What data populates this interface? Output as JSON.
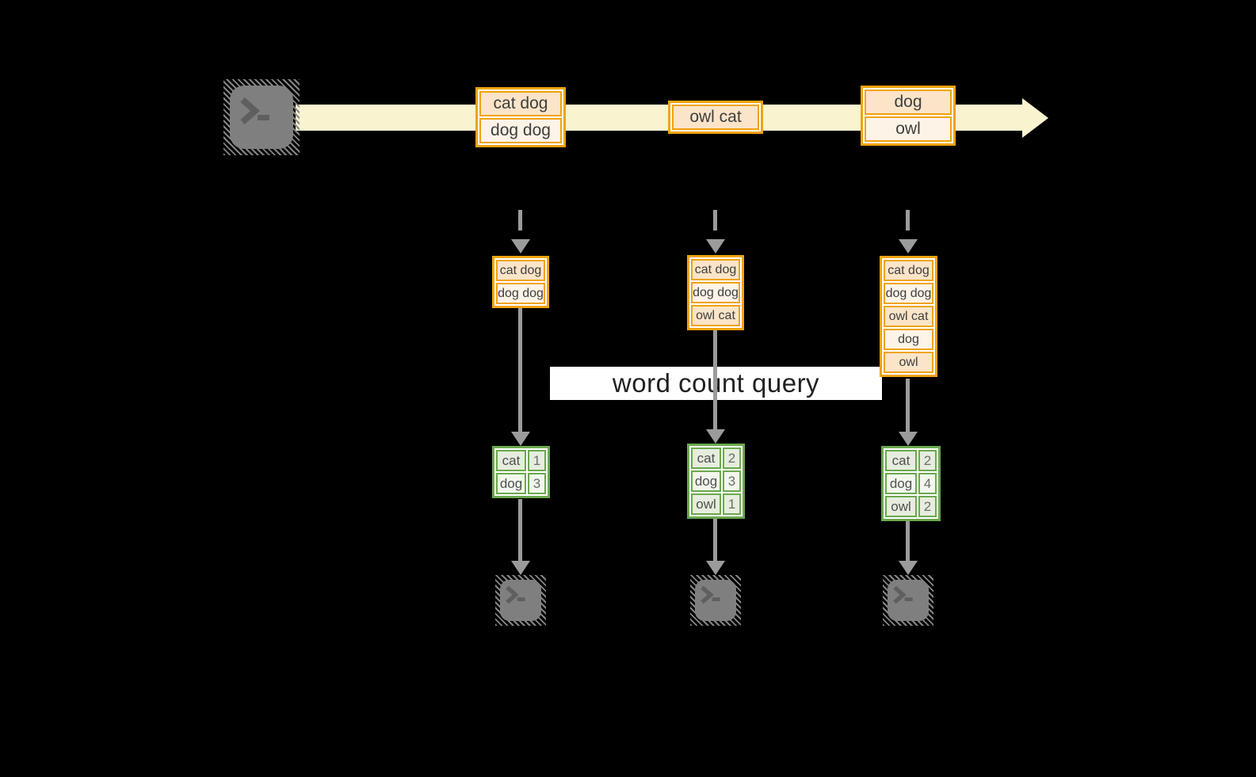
{
  "colors": {
    "background": "#000000",
    "stream_arrow": "#FAF3D0",
    "event_border": "#F0A30C",
    "event_fill_dark": "#FBE4C8",
    "event_fill_light": "#FDF3E7",
    "table_border": "#6BA84E",
    "table_fill_dark": "#E6EDDE",
    "table_fill_light": "#F2F6EC",
    "connector_gray": "#9B9B9B",
    "terminal_gray": "#7F7F7F"
  },
  "icons": {
    "source": "terminal-prompt-icon",
    "sink": "terminal-prompt-icon"
  },
  "stream": {
    "events": [
      {
        "lines": [
          "cat dog",
          "dog dog"
        ]
      },
      {
        "lines": [
          "owl cat"
        ]
      },
      {
        "lines": [
          "dog",
          "owl"
        ]
      }
    ]
  },
  "query": {
    "label": "word count query"
  },
  "pipelines": [
    {
      "state": [
        "cat dog",
        "dog dog"
      ],
      "counts": [
        {
          "word": "cat",
          "count": "1"
        },
        {
          "word": "dog",
          "count": "3"
        }
      ]
    },
    {
      "state": [
        "cat dog",
        "dog dog",
        "owl cat"
      ],
      "counts": [
        {
          "word": "cat",
          "count": "2"
        },
        {
          "word": "dog",
          "count": "3"
        },
        {
          "word": "owl",
          "count": "1"
        }
      ]
    },
    {
      "state": [
        "cat dog",
        "dog dog",
        "owl cat",
        "dog",
        "owl"
      ],
      "counts": [
        {
          "word": "cat",
          "count": "2"
        },
        {
          "word": "dog",
          "count": "4"
        },
        {
          "word": "owl",
          "count": "2"
        }
      ]
    }
  ]
}
